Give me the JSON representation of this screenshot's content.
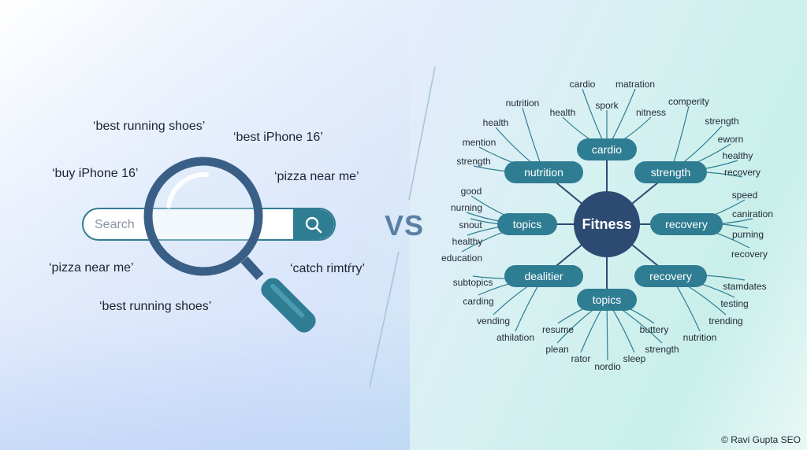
{
  "left": {
    "queries": [
      "‘best running shoes’",
      "‘best iPhone 16’",
      "‘buy iPhone 16’",
      "‘pizza near me’",
      "‘pizza near me’",
      "‘catch rimtŕry’",
      "‘best running shoes’"
    ],
    "search": {
      "placeholder": "Search"
    }
  },
  "vs_label": "VS",
  "mindmap": {
    "center": "Fitness",
    "nodes": [
      {
        "label": "cardio",
        "words": [
          "cardio",
          "spork",
          "matration",
          "health",
          "nitness"
        ]
      },
      {
        "label": "nutrition",
        "words": [
          "nutrition",
          "health",
          "mention",
          "strength"
        ]
      },
      {
        "label": "strength",
        "words": [
          "comperity",
          "strength",
          "eworn",
          "healthy",
          "recovery"
        ]
      },
      {
        "label": "topics",
        "words": [
          "good",
          "nurning",
          "snout",
          "healthy",
          "education"
        ]
      },
      {
        "label": "recovery",
        "words": [
          "speed",
          "caniration",
          "purning",
          "recovery"
        ]
      },
      {
        "label": "dealitier",
        "words": [
          "subtopics",
          "carding",
          "vending",
          "athilation"
        ]
      },
      {
        "label": "recovery",
        "words": [
          "stamdates",
          "testing",
          "trending",
          "nutrition"
        ]
      },
      {
        "label": "topics",
        "words": [
          "resume",
          "plean",
          "rator",
          "nordio",
          "sleep",
          "strength",
          "buttery"
        ]
      }
    ]
  },
  "credit": "© Ravi Gupta SEO",
  "colors": {
    "teal": "#2f7d93",
    "navy": "#2c4a72",
    "ring": "#3a5f86",
    "vs": "#5b7fa3"
  }
}
